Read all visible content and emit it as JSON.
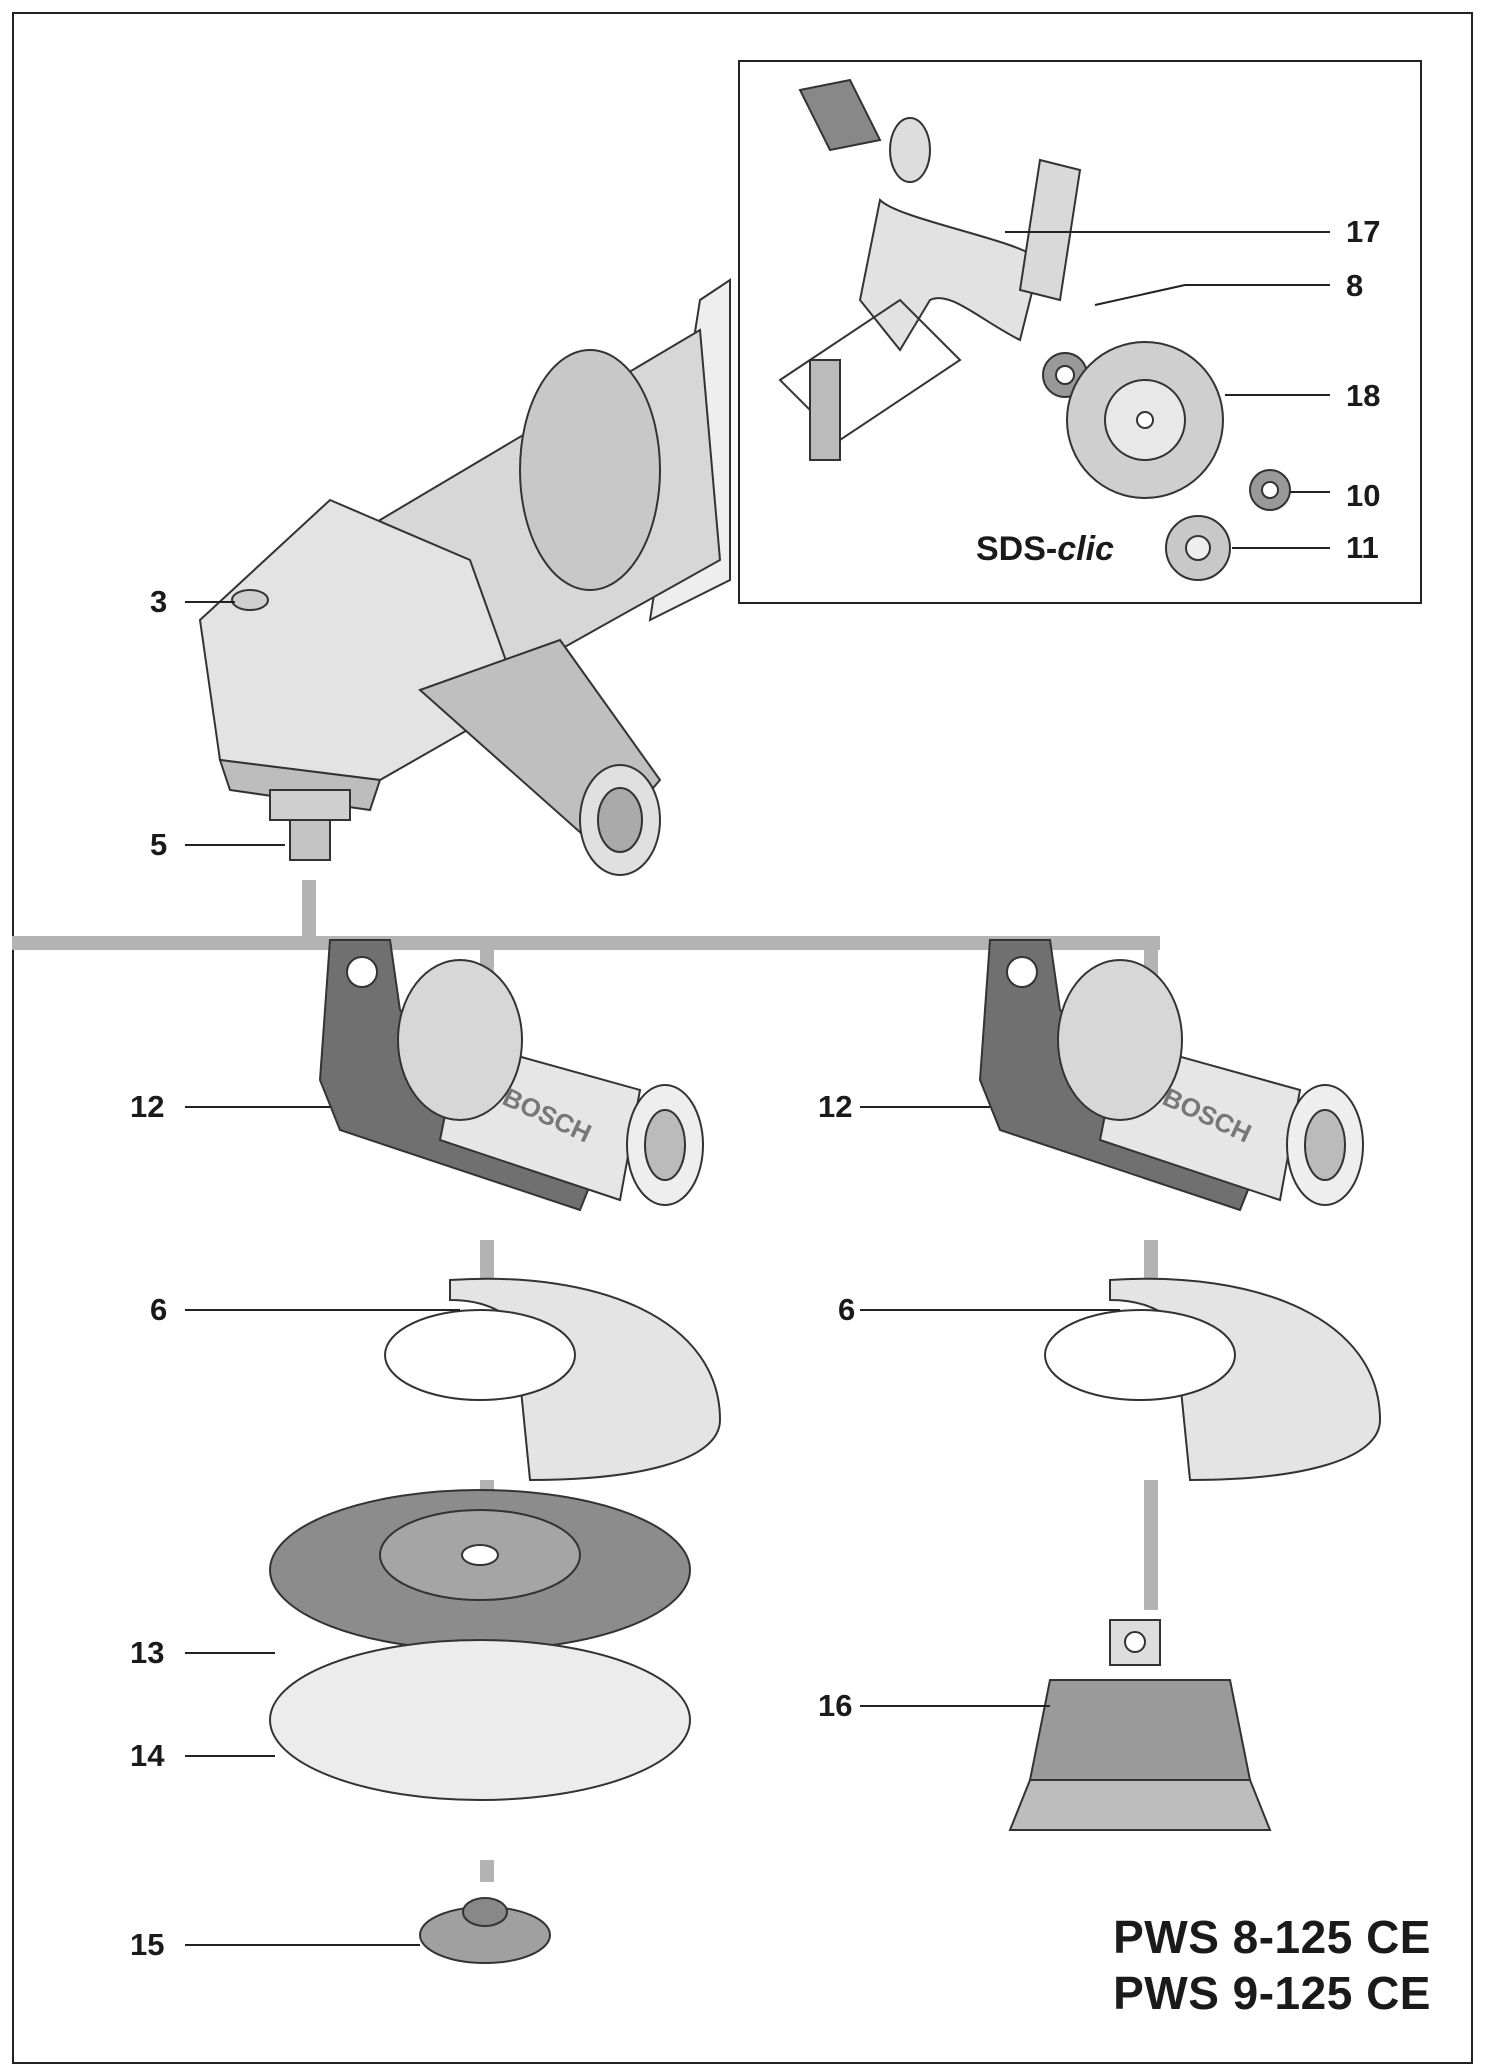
{
  "inset": {
    "callouts": [
      "17",
      "8",
      "18",
      "10",
      "11"
    ],
    "sds_label_prefix": "SDS-",
    "sds_label_suffix": "clic"
  },
  "callouts": {
    "c3": "3",
    "c5": "5",
    "c12a": "12",
    "c12b": "12",
    "c6a": "6",
    "c6b": "6",
    "c13": "13",
    "c14": "14",
    "c15": "15",
    "c16": "16"
  },
  "handle_brand_left": "BOSCH",
  "handle_brand_right": "BOSCH",
  "models": [
    "PWS 8-125 CE",
    "PWS 9-125 CE"
  ]
}
